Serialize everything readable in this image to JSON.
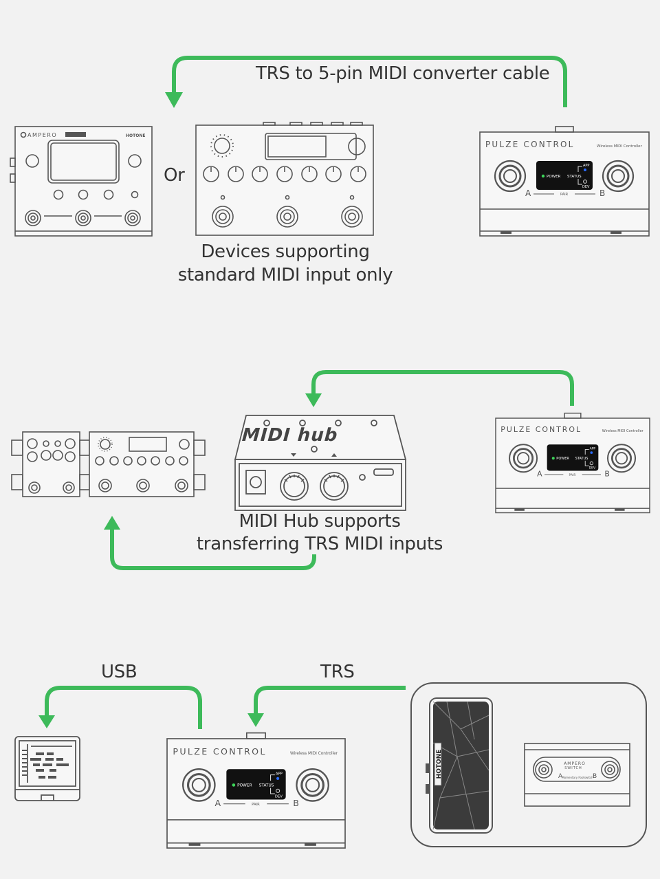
{
  "colors": {
    "background": "#f2f2f2",
    "arrow": "#3dba5a",
    "outline": "#555555",
    "device_fill": "#f7f7f7",
    "screen": "#111111",
    "power_led": "#3dd65a",
    "app_led": "#2a6cff"
  },
  "section1": {
    "cable_label": "TRS to 5-pin MIDI converter cable",
    "or_label": "Or",
    "caption_line1": "Devices supporting",
    "caption_line2": "standard MIDI input only",
    "ampero_brand": "AMPERO",
    "ampero_maker": "HOTONE"
  },
  "section2": {
    "hub_title": "MIDI hub",
    "caption_line1": "MIDI Hub supports",
    "caption_line2": "transferring TRS MIDI inputs"
  },
  "section3": {
    "usb_label": "USB",
    "trs_label": "TRS",
    "pedal_brand": "HOTONE",
    "switch_brand": "AMPERO",
    "switch_sub": "SWITCH",
    "switch_caption": "Momentary Footswitch"
  },
  "pulze": {
    "brand": "PULZE CONTROL",
    "subtitle": "Wireless MIDI Controller",
    "power": "POWER",
    "status": "STATUS",
    "app": "APP",
    "dev": "DEV",
    "pair": "PAIR",
    "a": "A",
    "b": "B"
  }
}
